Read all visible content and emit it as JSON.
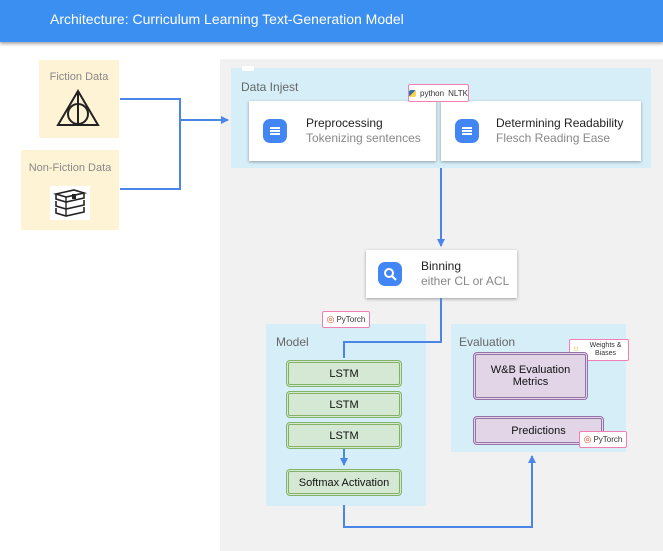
{
  "header": {
    "title": "Architecture: Curriculum Learning Text-Generation Model"
  },
  "sources": [
    {
      "label": "Fiction Data",
      "icon": "deathly-hallows-icon"
    },
    {
      "label": "Non-Fiction Data",
      "icon": "books-icon"
    }
  ],
  "data_ingest": {
    "label": "Data Injest",
    "badge": {
      "python": "python",
      "nltk": "NLTK"
    },
    "steps": [
      {
        "title": "Preprocessing",
        "subtitle": "Tokenizing sentences"
      },
      {
        "title": "Determining Readability",
        "subtitle": "Flesch Reading Ease"
      }
    ]
  },
  "binning": {
    "title": "Binning",
    "subtitle": "either CL or ACL"
  },
  "model": {
    "label": "Model",
    "badge": "PyTorch",
    "layers": [
      "LSTM",
      "LSTM",
      "LSTM"
    ],
    "activation": "Softmax Activation"
  },
  "evaluation": {
    "label": "Evaluation",
    "badge_wandb": "Weights & Biases",
    "badge_pytorch": "PyTorch",
    "metrics": "W&B Evaluation Metrics",
    "predictions": "Predictions"
  },
  "colors": {
    "title_bar": "#3b8ff0",
    "arrow": "#4a86e8",
    "lane": "#d6eef8",
    "source": "#fff3d6",
    "layer_fill": "#d5e8d4",
    "layer_border": "#82b366",
    "eval_fill": "#e1d5e7",
    "eval_border": "#9673a6",
    "badge_border": "#f27fb4"
  }
}
